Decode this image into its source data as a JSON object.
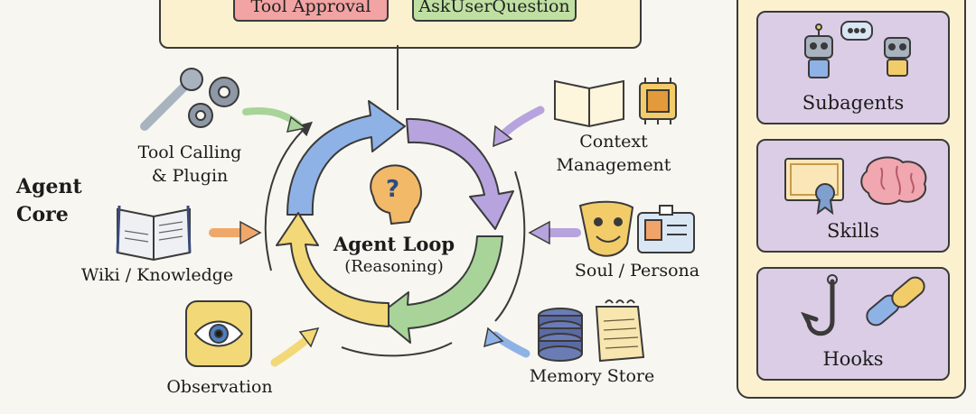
{
  "top_panel": {
    "pills": [
      {
        "label": "Tool Approval",
        "color": "#f2a3a3"
      },
      {
        "label": "AskUserQuestion",
        "color": "#bfe0a2"
      }
    ]
  },
  "core_label": [
    "Agent",
    "Core"
  ],
  "center": {
    "title": "Agent Loop",
    "subtitle": "(Reasoning)"
  },
  "nodes": {
    "tool_calling": [
      "Tool Calling",
      "& Plugin"
    ],
    "wiki": "Wiki / Knowledge",
    "observation": "Observation",
    "context": [
      "Context",
      "Management"
    ],
    "soul": "Soul / Persona",
    "memory": "Memory Store"
  },
  "right_panel": {
    "cards": [
      {
        "label": "Subagents",
        "icon": "robots-icon"
      },
      {
        "label": "Skills",
        "icon": "certificate-brain-icon"
      },
      {
        "label": "Hooks",
        "icon": "hook-chain-icon"
      }
    ]
  },
  "colors": {
    "panel_fill": "#fbf1cf",
    "card_fill": "#dccde6",
    "loop_blue": "#8fb2e6",
    "loop_purple": "#b7a3dd",
    "loop_green": "#a8d49a",
    "loop_yellow": "#f3d878"
  }
}
